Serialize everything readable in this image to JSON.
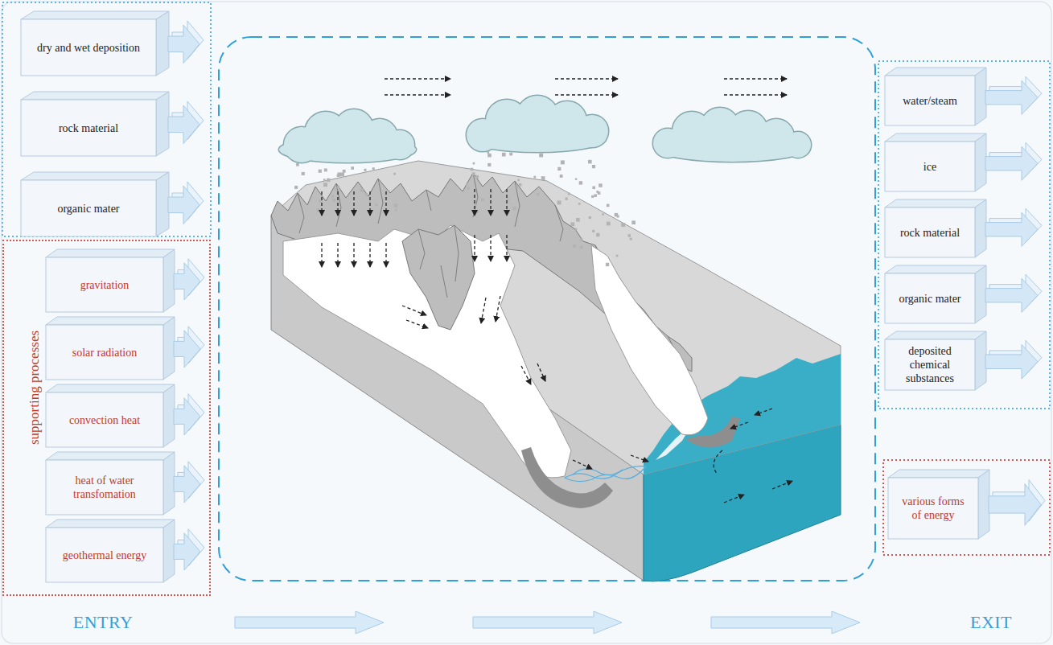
{
  "diagram": {
    "nodes": [
      {
        "text": [
          "dry and wet deposition"
        ]
      },
      {
        "text": [
          "rock material"
        ]
      },
      {
        "text": [
          "organic mater"
        ]
      },
      {
        "text": [
          "supporting processes"
        ]
      },
      {
        "text": [
          "gravitation"
        ],
        "in": 3
      },
      {
        "text": [
          "solar radiation"
        ],
        "in": 3
      },
      {
        "text": [
          "convection heat"
        ],
        "in": 3
      },
      {
        "text": [
          "heat of water transfomation"
        ],
        "in": 3
      },
      {
        "text": [
          "geothermal energy"
        ],
        "in": 3
      },
      {
        "text": [
          "water/steam"
        ]
      },
      {
        "text": [
          "ice"
        ]
      },
      {
        "text": [
          "rock material"
        ]
      },
      {
        "text": [
          "organic mater"
        ]
      },
      {
        "text": [
          "deposited chemical substances"
        ]
      },
      {
        "text": [
          "various forms of energy"
        ]
      }
    ],
    "labels": [
      "ENTRY",
      "EXIT"
    ]
  }
}
